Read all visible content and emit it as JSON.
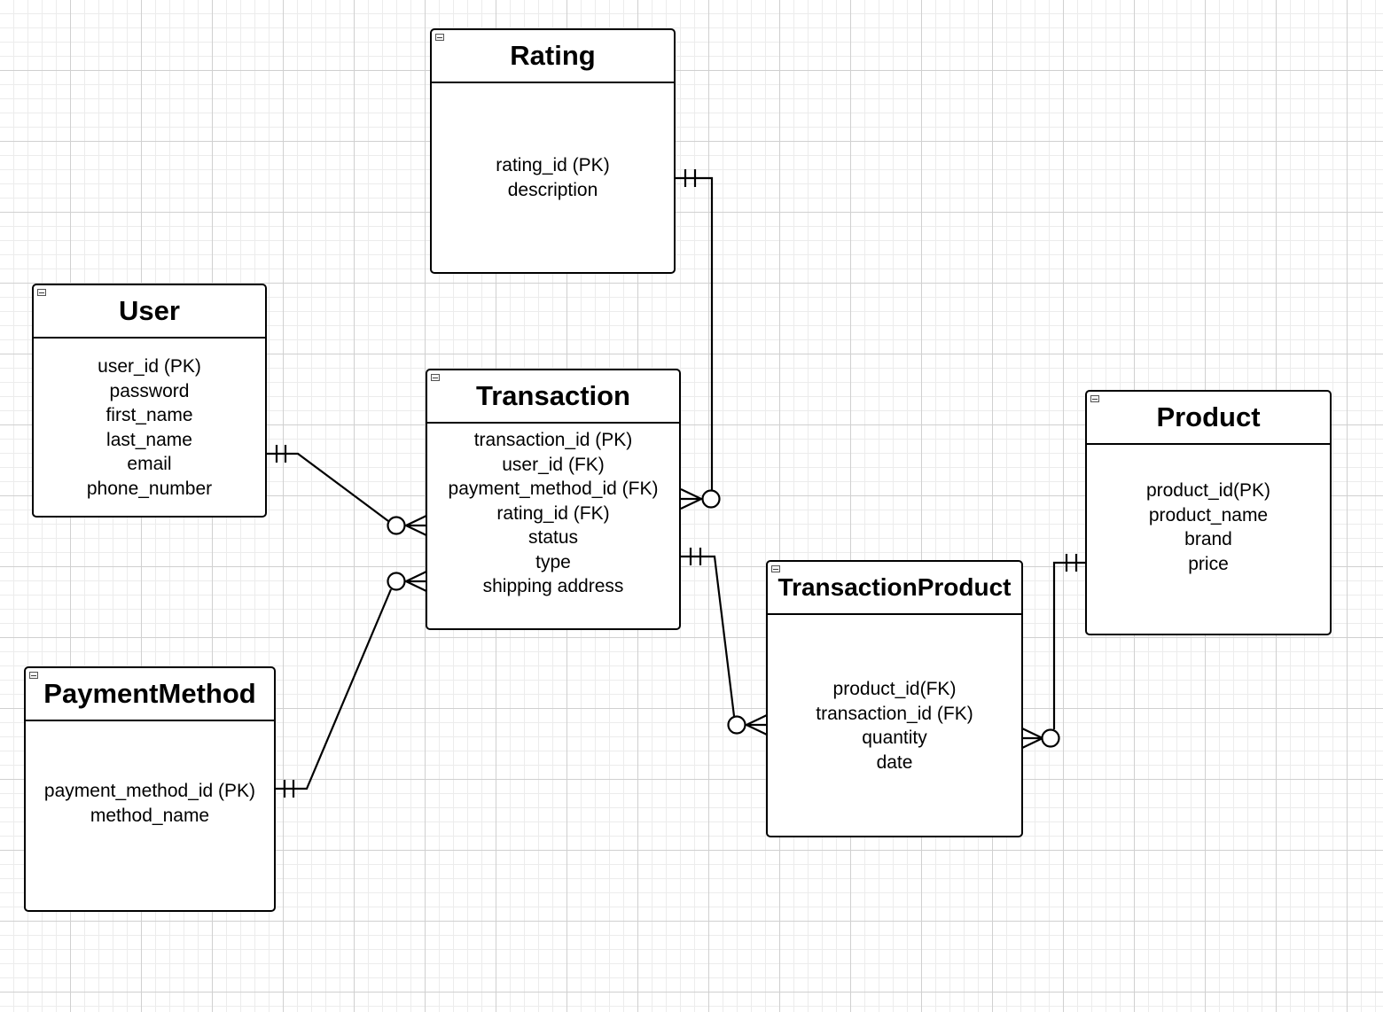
{
  "entities": {
    "rating": {
      "title": "Rating",
      "attributes": [
        "rating_id (PK)",
        "description"
      ]
    },
    "user": {
      "title": "User",
      "attributes": [
        "user_id (PK)",
        "password",
        "first_name",
        "last_name",
        "email",
        "phone_number"
      ]
    },
    "transaction": {
      "title": "Transaction",
      "attributes": [
        "transaction_id (PK)",
        "user_id (FK)",
        "payment_method_id (FK)",
        "rating_id (FK)",
        "status",
        "type",
        "shipping address"
      ]
    },
    "product": {
      "title": "Product",
      "attributes": [
        "product_id(PK)",
        "product_name",
        "brand",
        "price"
      ]
    },
    "payment_method": {
      "title": "PaymentMethod",
      "attributes": [
        "payment_method_id (PK)",
        "method_name"
      ]
    },
    "transaction_product": {
      "title": "TransactionProduct",
      "attributes": [
        "product_id(FK)",
        "transaction_id (FK)",
        "quantity",
        "date"
      ]
    }
  },
  "relationships": [
    {
      "from": "User",
      "from_cardinality": "exactly-one",
      "to": "Transaction",
      "to_cardinality": "zero-or-many"
    },
    {
      "from": "PaymentMethod",
      "from_cardinality": "exactly-one",
      "to": "Transaction",
      "to_cardinality": "zero-or-many"
    },
    {
      "from": "Rating",
      "from_cardinality": "exactly-one",
      "to": "Transaction",
      "to_cardinality": "zero-or-many"
    },
    {
      "from": "Transaction",
      "from_cardinality": "exactly-one",
      "to": "TransactionProduct",
      "to_cardinality": "zero-or-many"
    },
    {
      "from": "Product",
      "from_cardinality": "exactly-one",
      "to": "TransactionProduct",
      "to_cardinality": "zero-or-many"
    }
  ]
}
